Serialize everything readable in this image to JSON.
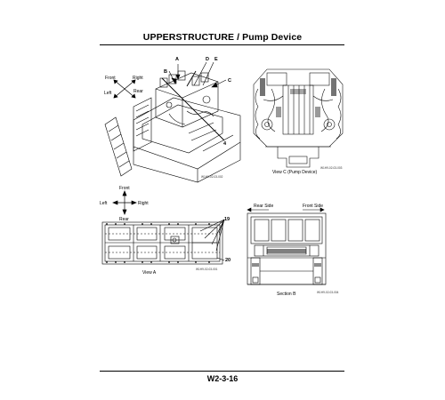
{
  "header": {
    "title": "UPPERSTRUCTURE / Pump Device"
  },
  "footer": {
    "page_number": "W2-3-16"
  },
  "figure_top_left": {
    "compass": {
      "front": "Front",
      "right": "Right",
      "left": "Left",
      "rear": "Rear"
    },
    "callouts": {
      "a": "A",
      "b": "B",
      "c": "C",
      "d": "D",
      "e": "E",
      "four": "4"
    },
    "code": "W1H9-02-03-002"
  },
  "figure_top_right": {
    "caption": "View C (Pump Device)",
    "code": "W1H9-02-03-003"
  },
  "figure_bottom_left": {
    "compass": {
      "front": "Front",
      "right": "Right",
      "left": "Left",
      "rear": "Rear"
    },
    "callouts": {
      "nineteen": "19",
      "twenty": "20"
    },
    "caption": "View A",
    "code": "W1H9-02-03-001"
  },
  "figure_bottom_right": {
    "rear_side": "Rear Side",
    "front_side": "Front Side",
    "caption": "Section B",
    "code": "W1H9-02-03-004"
  }
}
